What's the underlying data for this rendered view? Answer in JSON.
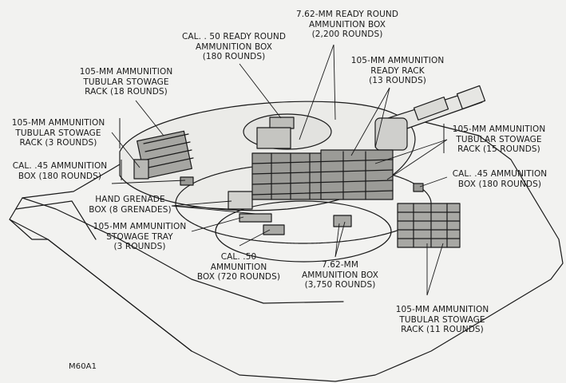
{
  "labels": {
    "cal50_ready": {
      "line1": "CAL. . 50 READY ROUND",
      "line2": "AMMUNITION BOX",
      "line3": "(180 ROUNDS)"
    },
    "r762_ready": {
      "line1": "7.62-MM READY ROUND",
      "line2": "AMMUNITION BOX",
      "line3": "(2,200 ROUNDS)"
    },
    "mm105_ready_rack": {
      "line1": "105-MM AMMUNITION",
      "line2": "READY RACK",
      "line3": "(13 ROUNDS)"
    },
    "mm105_tubular18": {
      "line1": "105-MM AMMUNITION",
      "line2": "TUBULAR STOWAGE",
      "line3": "RACK (18 ROUNDS)"
    },
    "mm105_tubular3": {
      "line1": "105-MM AMMUNITION",
      "line2": "TUBULAR STOWAGE",
      "line3": "RACK (3 ROUNDS)"
    },
    "cal45_left": {
      "line1": "CAL. .45 AMMUNITION",
      "line2": "BOX (180 ROUNDS)"
    },
    "grenade": {
      "line1": "HAND GRENADE",
      "line2": "BOX (8 GRENADES)"
    },
    "mm105_tray": {
      "line1": "105-MM AMMUNITION",
      "line2": "STOWAGE TRAY",
      "line3": "(3 ROUNDS)"
    },
    "cal50_720": {
      "line1": "CAL. .50",
      "line2": "AMMUNITION",
      "line3": "BOX (720 ROUNDS)"
    },
    "r762_3750": {
      "line1": "7.62-MM",
      "line2": "AMMUNITION BOX",
      "line3": "(3,750 ROUNDS)"
    },
    "mm105_tubular15": {
      "line1": "105-MM AMMUNITION",
      "line2": "TUBULAR STOWAGE",
      "line3": "RACK (15 ROUNDS)"
    },
    "cal45_right": {
      "line1": "CAL. .45 AMMUNITION",
      "line2": "BOX (180 ROUNDS)"
    },
    "mm105_tubular11": {
      "line1": "105-MM AMMUNITION",
      "line2": "TUBULAR STOWAGE",
      "line3": "RACK (11 ROUNDS)"
    }
  },
  "model_tag": "M60A1",
  "colors": {
    "ink": "#1a1a1a",
    "paper": "#f2f2f0",
    "shade": "#8a8a8a",
    "light": "#cfcfcf"
  }
}
